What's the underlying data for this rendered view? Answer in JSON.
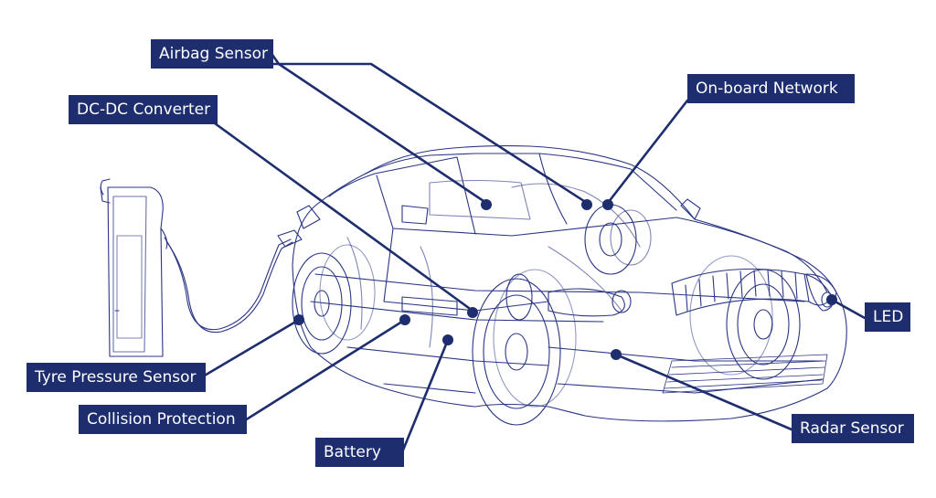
{
  "colors": {
    "label_bg": "#1d2d6e",
    "wire": "#2a3585",
    "leader": "#1d2d6e"
  },
  "labels": {
    "airbag_sensor": "Airbag Sensor",
    "dc_dc_converter": "DC-DC Converter",
    "on_board_network": "On-board Network",
    "led": "LED",
    "tyre_pressure_sensor": "Tyre Pressure Sensor",
    "collision_protection": "Collision Protection",
    "battery": "Battery",
    "radar_sensor": "Radar Sensor"
  }
}
